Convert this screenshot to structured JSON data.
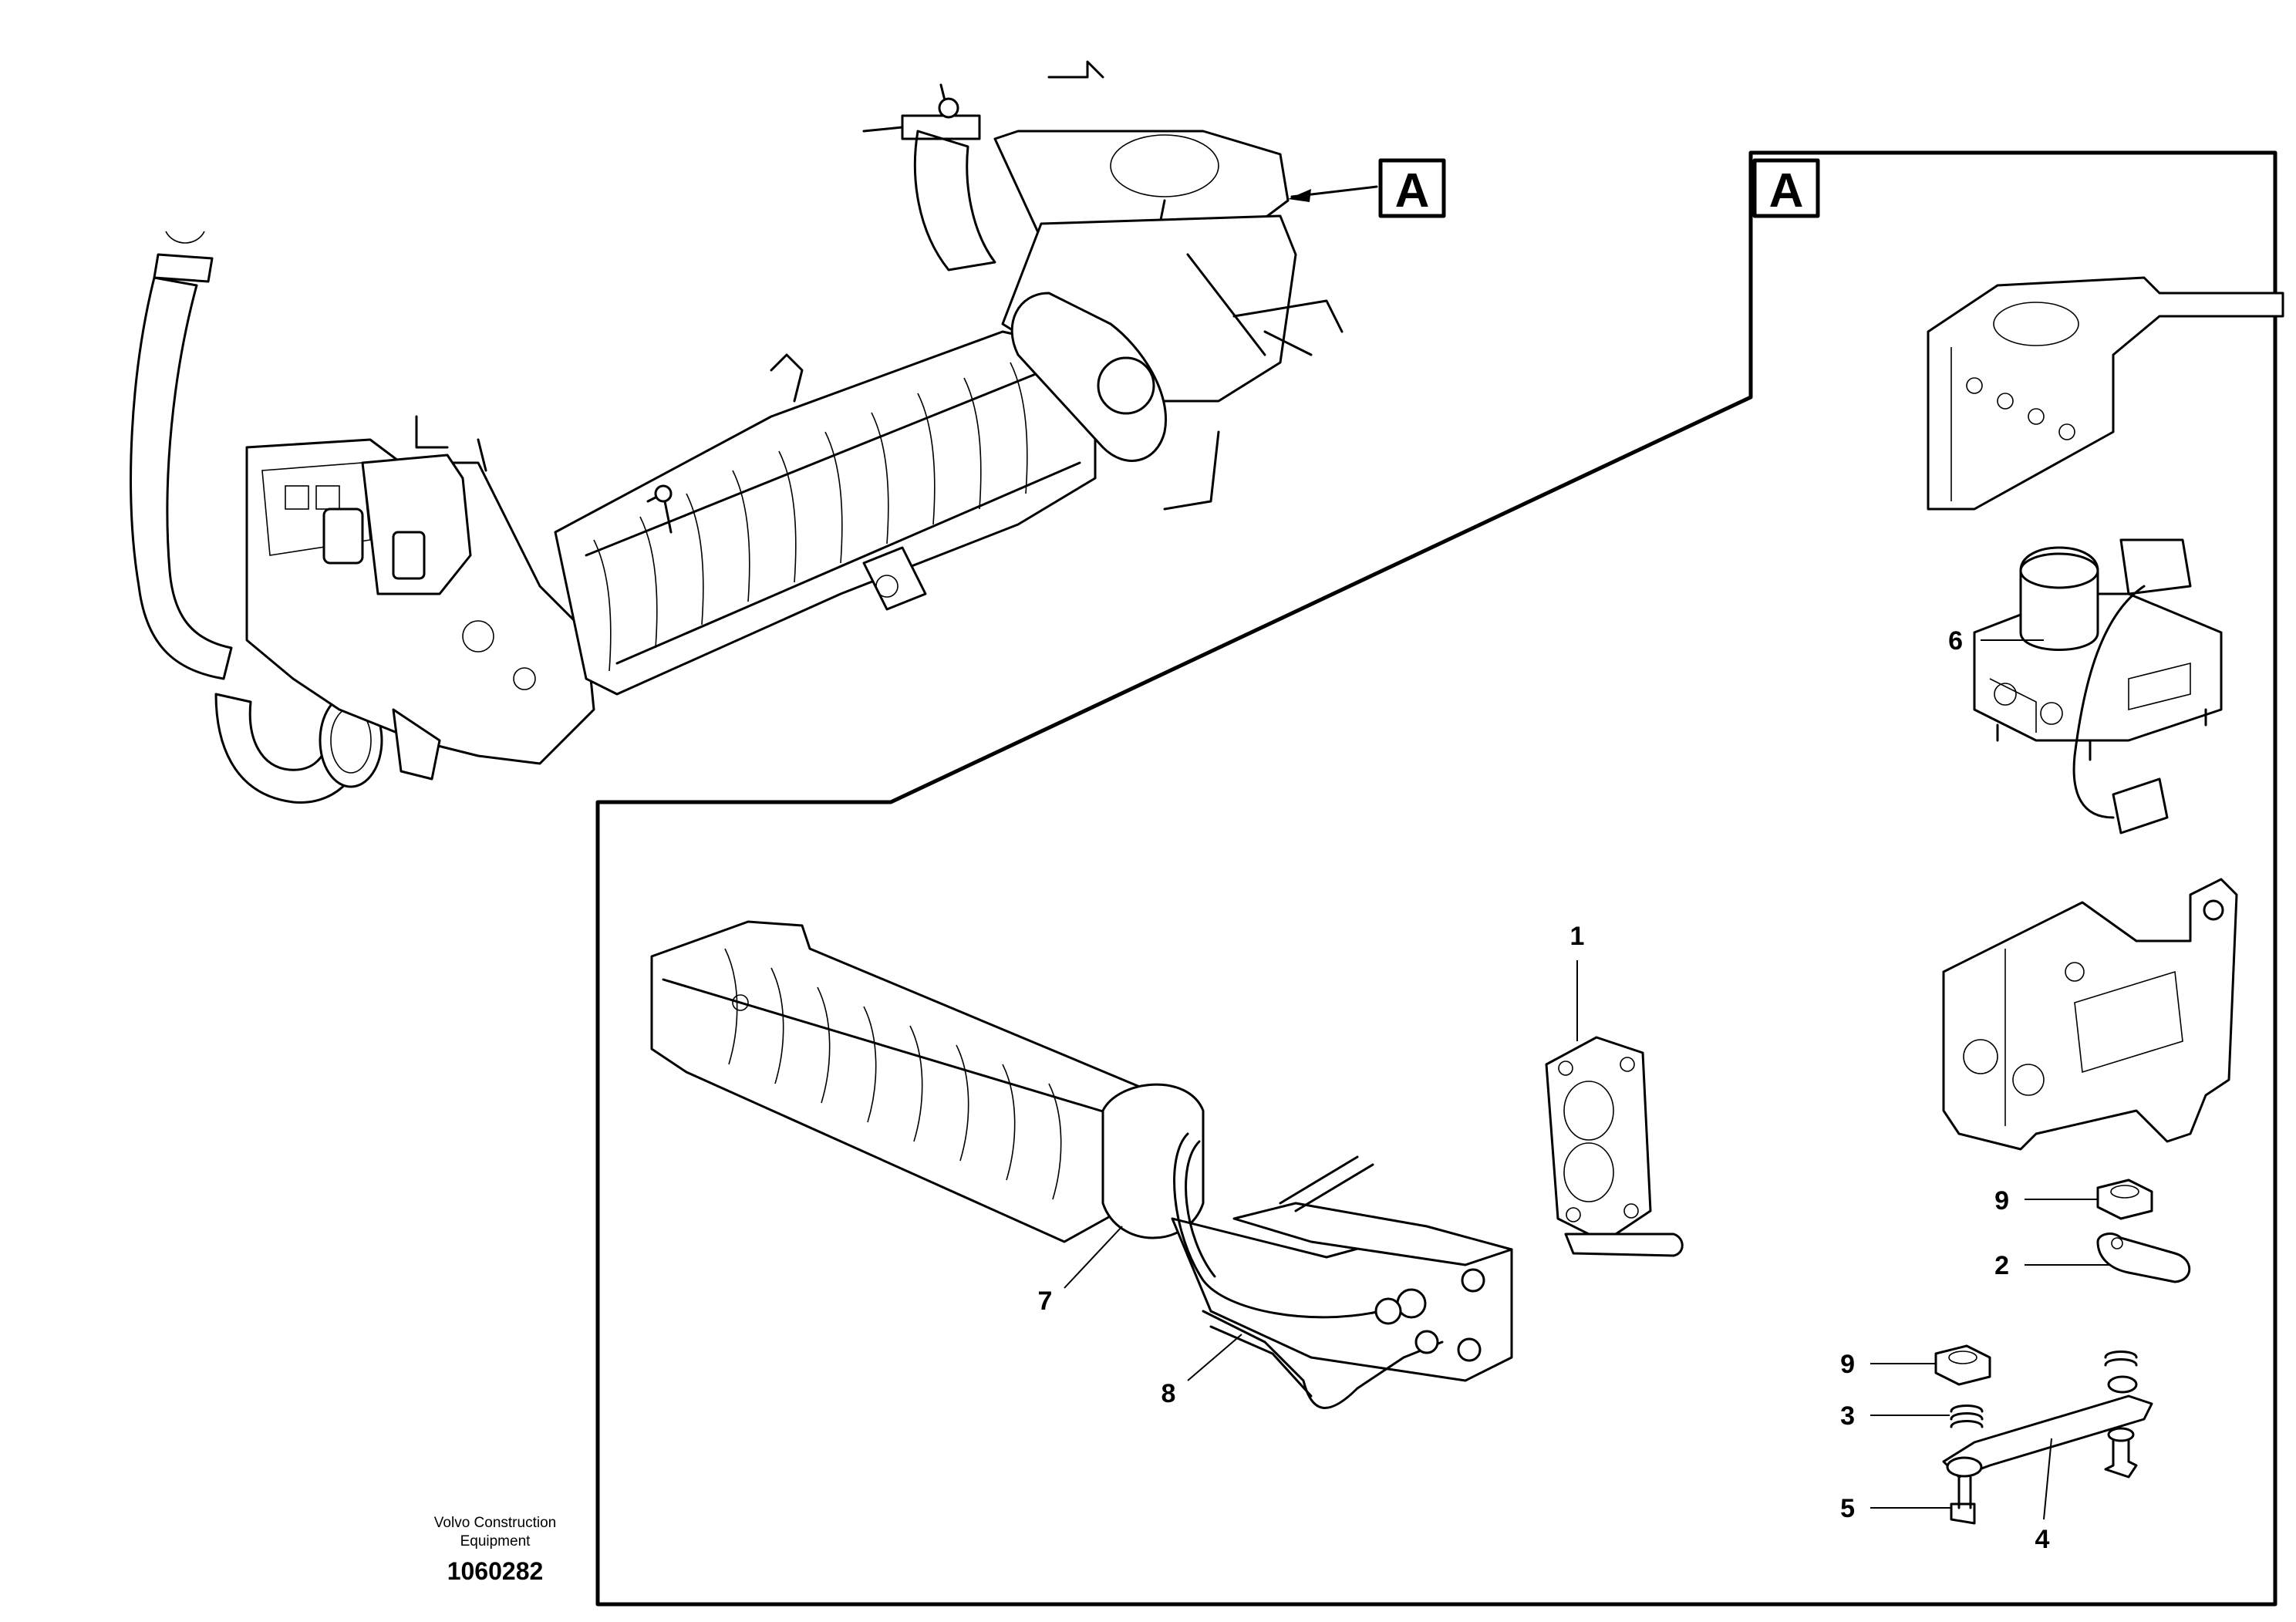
{
  "view_tag": "A",
  "callouts": {
    "c1": "1",
    "c2": "2",
    "c3": "3",
    "c4": "4",
    "c5": "5",
    "c6": "6",
    "c7": "7",
    "c8": "8",
    "c9_top": "9",
    "c9_bottom": "9"
  },
  "footer": {
    "company_line1": "Volvo Construction",
    "company_line2": "Equipment",
    "drawing_number": "1060282"
  }
}
